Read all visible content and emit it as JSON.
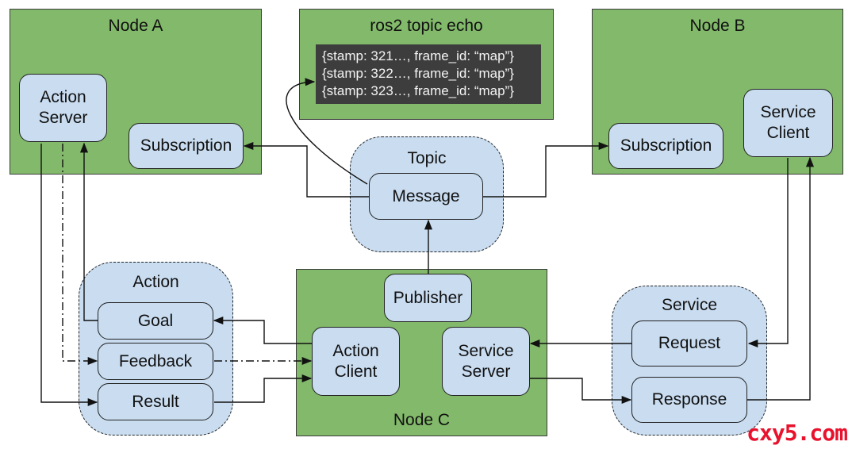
{
  "nodes": {
    "node_a": "Node A",
    "node_b": "Node B",
    "node_c": "Node C",
    "echo": "ros2 topic echo"
  },
  "echo_lines": [
    "{stamp: 321…, frame_id: “map”}",
    "{stamp: 322…, frame_id: “map”}",
    "{stamp: 323…, frame_id: “map”}"
  ],
  "node_a_items": {
    "action_server": "Action Server",
    "subscription": "Subscription"
  },
  "node_b_items": {
    "subscription": "Subscription",
    "service_client": "Service Client"
  },
  "node_c_items": {
    "publisher": "Publisher",
    "action_client": "Action Client",
    "service_server": "Service Server"
  },
  "topic": {
    "title": "Topic",
    "message": "Message"
  },
  "action": {
    "title": "Action",
    "goal": "Goal",
    "feedback": "Feedback",
    "result": "Result"
  },
  "service": {
    "title": "Service",
    "request": "Request",
    "response": "Response"
  },
  "watermark": "cxy5.com",
  "colors": {
    "node_green": "#82b96a",
    "pill_blue": "#c9dcf0",
    "console_bg": "#3d3d3d",
    "watermark_red": "#e8122d"
  }
}
